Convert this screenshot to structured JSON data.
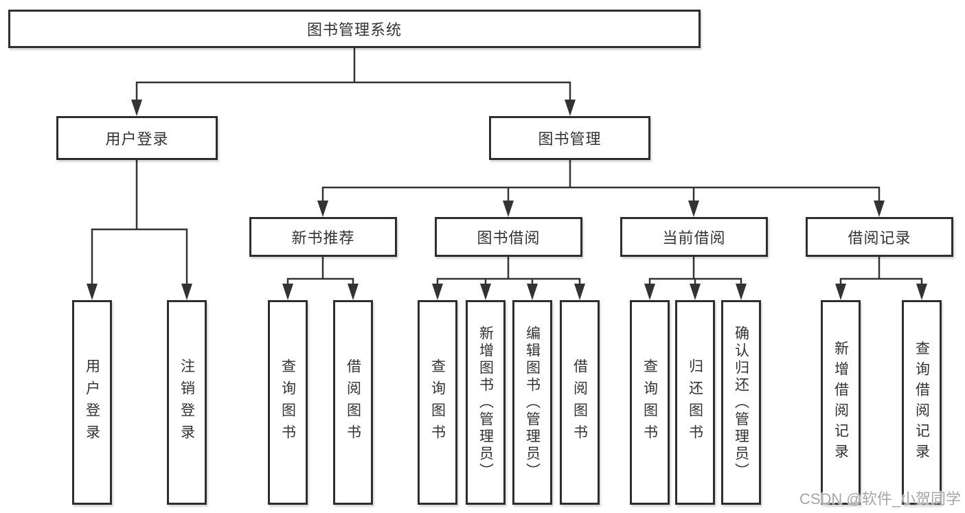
{
  "watermark": "CSDN @软件_小贺同学",
  "colors": {
    "line": "#333333",
    "box_border": "#2e2e2e",
    "text": "#333333",
    "watermark": "#a6a6a6",
    "background": "#ffffff"
  },
  "tree": {
    "root": {
      "label": "图书管理系统"
    },
    "branches": [
      {
        "label": "用户登录",
        "children": [
          {
            "label": "用户登录"
          },
          {
            "label": "注销登录"
          }
        ]
      },
      {
        "label": "图书管理",
        "children": [
          {
            "label": "新书推荐",
            "children": [
              {
                "label": "查询图书"
              },
              {
                "label": "借阅图书"
              }
            ]
          },
          {
            "label": "图书借阅",
            "children": [
              {
                "label": "查询图书"
              },
              {
                "label": "新增图书（管理员）"
              },
              {
                "label": "编辑图书（管理员）"
              },
              {
                "label": "借阅图书"
              }
            ]
          },
          {
            "label": "当前借阅",
            "children": [
              {
                "label": "查询图书"
              },
              {
                "label": "归还图书"
              },
              {
                "label": "确认归还（管理员）"
              }
            ]
          },
          {
            "label": "借阅记录",
            "children": [
              {
                "label": "新增借阅记录"
              },
              {
                "label": "查询借阅记录"
              }
            ]
          }
        ]
      }
    ]
  }
}
